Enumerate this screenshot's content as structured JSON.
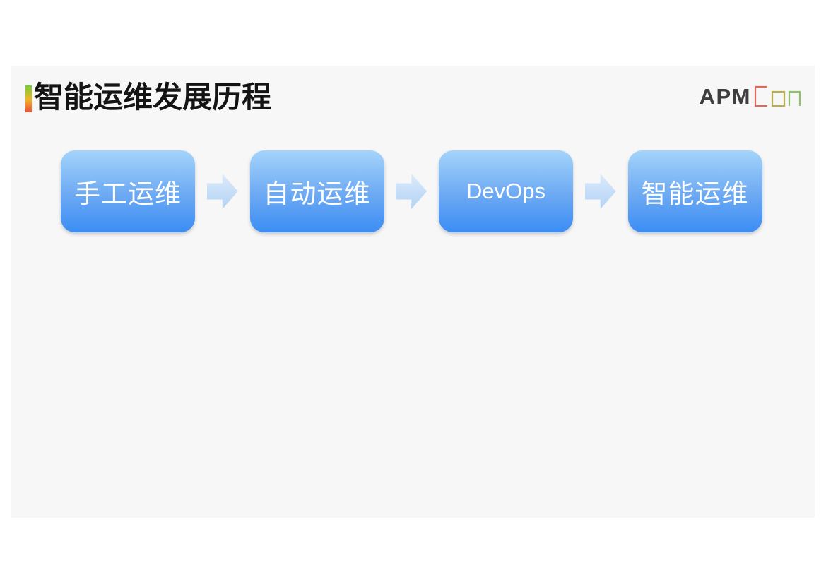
{
  "slide": {
    "title": "智能运维发展历程",
    "logo": {
      "text_solid": "APM",
      "text_outline": "Con"
    },
    "flow": {
      "stages": [
        {
          "label": "手工运维"
        },
        {
          "label": "自动运维"
        },
        {
          "label": "DevOps"
        },
        {
          "label": "智能运维"
        }
      ]
    },
    "colors": {
      "slide_background": "#f7f7f7",
      "page_background": "#ffffff",
      "title_text": "#141414",
      "accent_bar_green": "#72cf32",
      "accent_bar_yellow": "#f2b428",
      "accent_bar_red": "#ea4f33",
      "box_gradient_top": "#a4d4fb",
      "box_gradient_bottom": "#3b8df4",
      "box_text": "#ffffff",
      "arrow_fill_top": "#dcebfb",
      "arrow_fill_bottom": "#b3d2f3",
      "logo_apm": "#3e3e3e",
      "logo_c": "#e0685c",
      "logo_o": "#b9ae49",
      "logo_n": "#8fc26a"
    }
  }
}
